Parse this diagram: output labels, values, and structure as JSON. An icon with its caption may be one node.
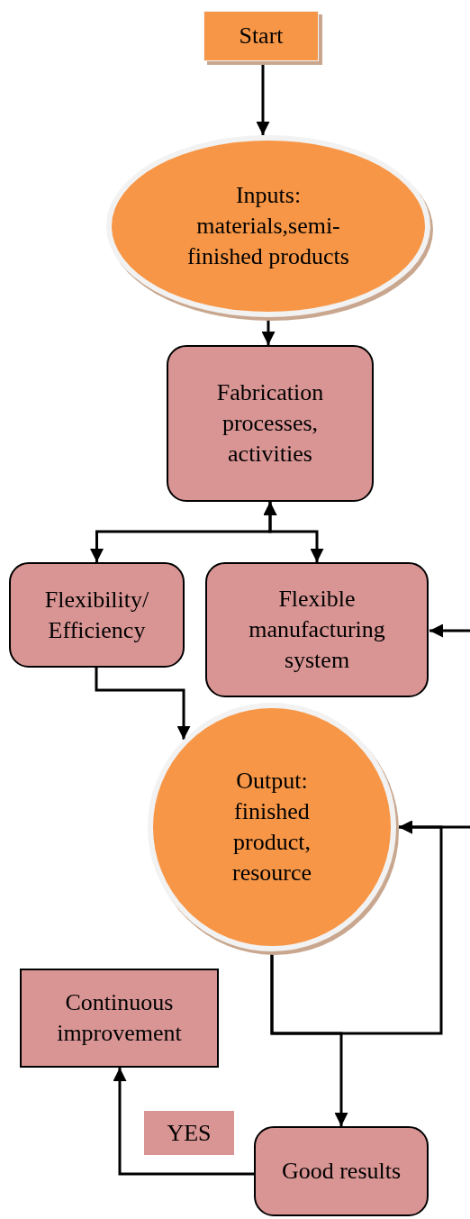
{
  "diagram": {
    "nodes": [
      {
        "text": [
          "Start"
        ]
      },
      {
        "text": [
          "Inputs: materials,semi-finished products"
        ]
      },
      {
        "text": [
          "Fabrication processes, activities"
        ]
      },
      {
        "text": [
          "Flexibility/ Efficiency"
        ]
      },
      {
        "text": [
          "Flexible manufacturing system"
        ]
      },
      {
        "text": [
          "Output: finished product, resource"
        ]
      },
      {
        "text": [
          "Continuous improvement"
        ]
      },
      {
        "text": [
          "YES"
        ]
      },
      {
        "text": [
          "Good results"
        ]
      }
    ],
    "edges": [
      {
        "from": 0,
        "to": 1,
        "arrow": "to"
      },
      {
        "from": 1,
        "to": 2,
        "arrow": "to"
      },
      {
        "from": 2,
        "to": 3,
        "arrow": "both"
      },
      {
        "from": 2,
        "to": 4,
        "arrow": "both"
      },
      {
        "from": 3,
        "to": 5,
        "arrow": "to"
      },
      {
        "from": null,
        "to": 4,
        "arrow": "to"
      },
      {
        "from": null,
        "to": 5,
        "arrow": "to"
      },
      {
        "from": 5,
        "to": 5,
        "arrow": "to"
      },
      {
        "from": 5,
        "to": 8,
        "arrow": "to"
      },
      {
        "from": 8,
        "to": 6,
        "arrow": "to"
      }
    ]
  }
}
